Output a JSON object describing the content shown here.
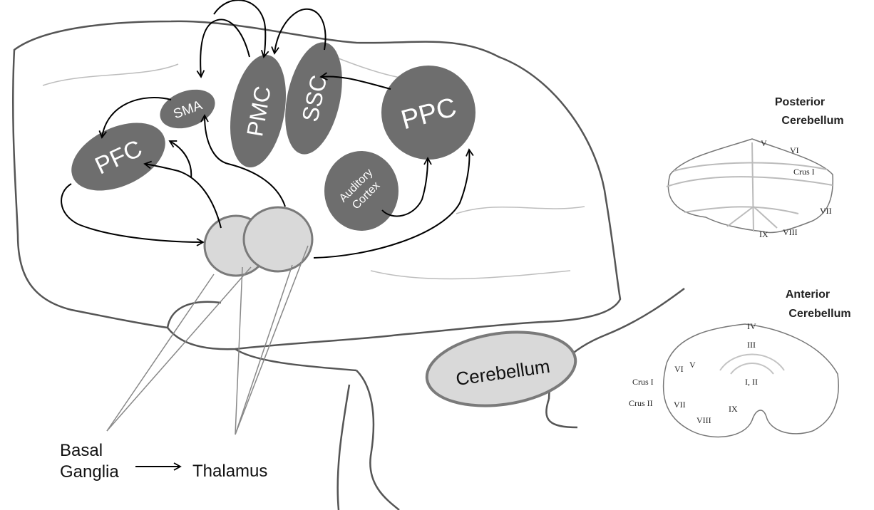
{
  "regions": {
    "smc": "SMA",
    "pmc": "PMC",
    "ssc": "SSC",
    "ppc": "PPC",
    "pfc": "PFC",
    "auditory_line1": "Auditory",
    "auditory_line2": "Cortex",
    "cerebellum": "Cerebellum"
  },
  "labels": {
    "basal_line1": "Basal",
    "basal_line2": "Ganglia",
    "thalamus": "Thalamus"
  },
  "posterior": {
    "title_line1": "Posterior",
    "title_line2": "Cerebellum",
    "lobules": {
      "v": "V",
      "vi": "VI",
      "crus1": "Crus I",
      "vii": "VII",
      "viii": "VIII",
      "ix": "IX"
    }
  },
  "anterior": {
    "title_line1": "Anterior",
    "title_line2": "Cerebellum",
    "lobules": {
      "iv": "IV",
      "iii": "III",
      "i_ii": "I, II",
      "vi": "VI",
      "v": "V",
      "crus1": "Crus I",
      "crus2": "Crus II",
      "vii": "VII",
      "viii": "VIII",
      "ix": "IX"
    }
  },
  "colors": {
    "region_fill": "#6e6e6e",
    "nuclei_fill": "#d9d9d9",
    "nuclei_stroke": "#7a7a7a",
    "outline": "#555555"
  }
}
